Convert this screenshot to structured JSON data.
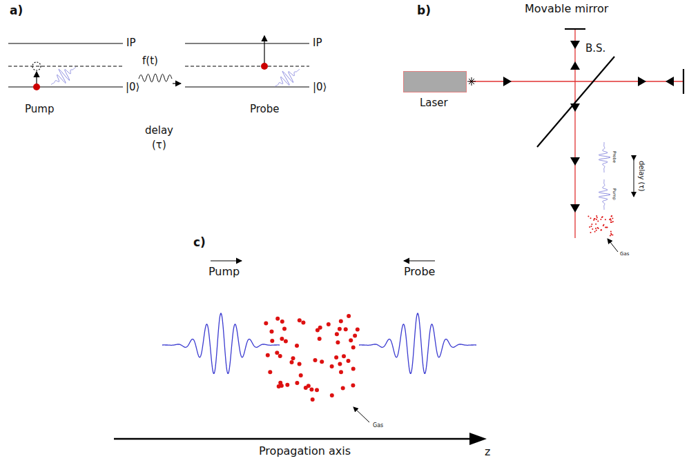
{
  "diagram": {
    "nodes": [
      {
        "text": [
          "Laser"
        ]
      }
    ],
    "labels": [
      "a)",
      "IP",
      "|0⟩",
      "Pump",
      "f(t)",
      "delay",
      "(τ)",
      "IP",
      "|0⟩",
      "Probe",
      "b)",
      "Movable mirror",
      "B.S.",
      "Probe",
      "Pump",
      "delay (τ)",
      "Gas",
      "c)",
      "Pump",
      "Probe",
      "Gas",
      "Propagation axis",
      "z"
    ]
  }
}
